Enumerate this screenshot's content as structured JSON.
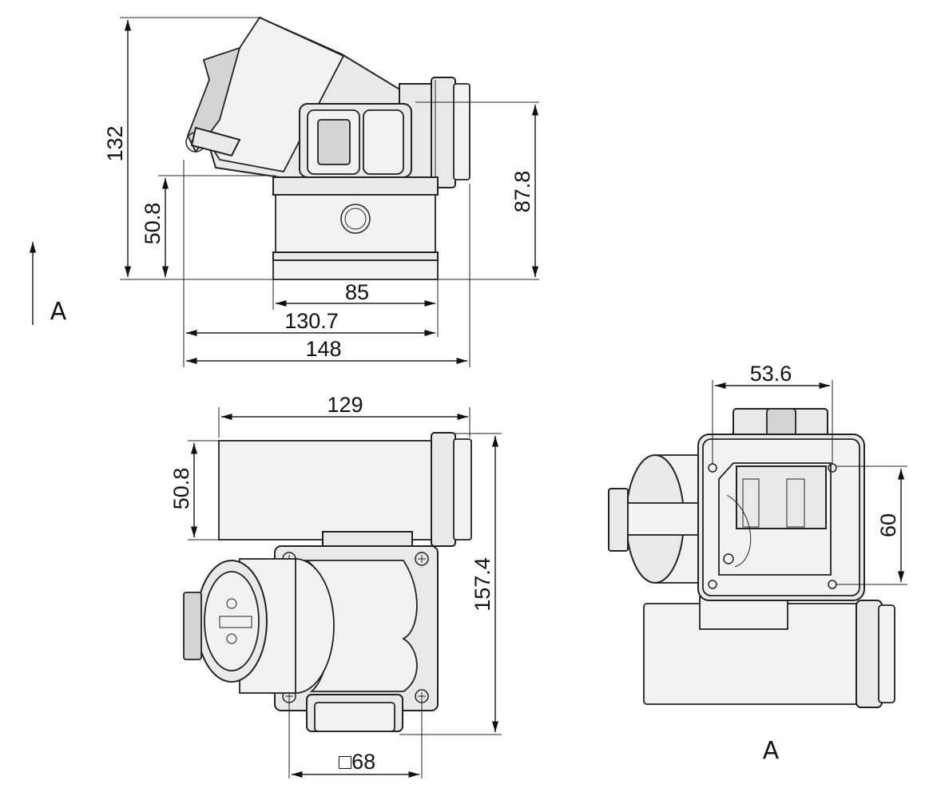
{
  "dimensions": {
    "top_view": {
      "height_overall": "132",
      "height_lower": "50.8",
      "height_right": "87.8",
      "width_base": "85",
      "width_mid": "130.7",
      "width_overall": "148"
    },
    "front_view": {
      "width_top": "129",
      "height_cylinder": "50.8",
      "height_overall": "157.4",
      "square_base": "□68"
    },
    "side_view": {
      "width_top": "53.6",
      "height_right": "60"
    }
  },
  "view_labels": {
    "arrow_label": "A",
    "side_view_label": "A"
  },
  "colors": {
    "line": "#222222",
    "fill": "#e9e9e9",
    "background": "#ffffff"
  }
}
